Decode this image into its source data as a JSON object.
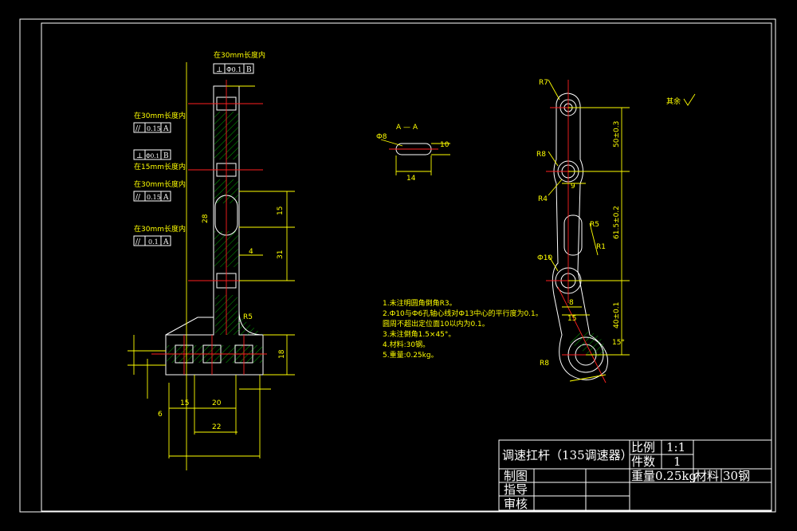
{
  "title_block": {
    "part_name": "调速扛杆（135调速器）",
    "scale_label": "比例",
    "scale_value": "1:1",
    "qty_label": "件数",
    "qty_value": "1",
    "weight_label": "重量",
    "weight_value": "0.25kg",
    "material_label": "材料",
    "material_value": "30钢",
    "drawn_label": "制图",
    "guide_label": "指导",
    "review_label": "审核"
  },
  "notes": [
    "1.未注明圆角倒角R3。",
    "2.Ф10与Ф6孔轴心线对Ф13中心的平行度为0.1。",
    "   圆周不超出定位面10以内为0.1。",
    "3.未注倒角1.5×45°。",
    "4.材料:30钢。",
    "5.重量:0.25kg。"
  ],
  "section_label": "A — A",
  "section_dims": {
    "width": "14",
    "height": "10",
    "callout": "Ф8"
  },
  "roughness_note": "其余",
  "tolerance_frames": [
    {
      "symbol": "⊥",
      "value": "Ф0.1",
      "datum": "B"
    },
    {
      "symbol": "//",
      "value": "0.15",
      "datum": "A"
    },
    {
      "symbol": "⊥",
      "value": "Ф0.1",
      "datum": "B"
    },
    {
      "symbol": "//",
      "value": "0.15",
      "datum": "A"
    },
    {
      "symbol": "//",
      "value": "0.1",
      "datum": "A"
    }
  ],
  "frame_notes": [
    "在30mm长度内",
    "在30mm长度内",
    "在15mm长度内",
    "在30mm长度内",
    "在30mm长度内"
  ],
  "left_dims": [
    "15",
    "20",
    "22",
    "15",
    "31",
    "18",
    "4",
    "R5",
    "28",
    "6"
  ],
  "right_dims": [
    "R7",
    "R8",
    "R4",
    "9",
    "R5",
    "Ф10",
    "8",
    "15",
    "R1",
    "R8",
    "15°",
    "50±0.3",
    "61.5±0.2",
    "40±0.1"
  ],
  "colors": {
    "background": "#000000",
    "outline": "#ffffff",
    "dimension": "#ffff00",
    "centerline": "#ff2020",
    "hatch": "#00d000"
  }
}
